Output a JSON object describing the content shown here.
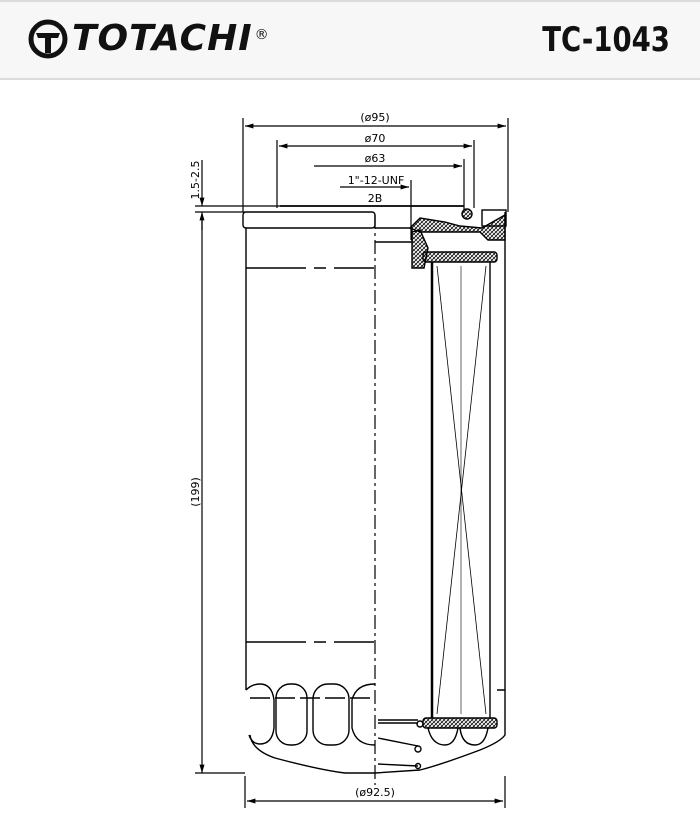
{
  "header": {
    "brand": "TOTACHI",
    "registered_mark": "®",
    "part_number": "TC-1043"
  },
  "drawing": {
    "dim_outer_diameter_top": "(ø95)",
    "dim_gasket_outer": "ø70",
    "dim_gasket_inner": "ø63",
    "dim_thread": "1\"-12-UNF",
    "dim_thread_class": "2B",
    "dim_gasket_height": "1.5-2.5",
    "dim_height": "(199)",
    "dim_outer_diameter_bottom": "(ø92.5)"
  }
}
